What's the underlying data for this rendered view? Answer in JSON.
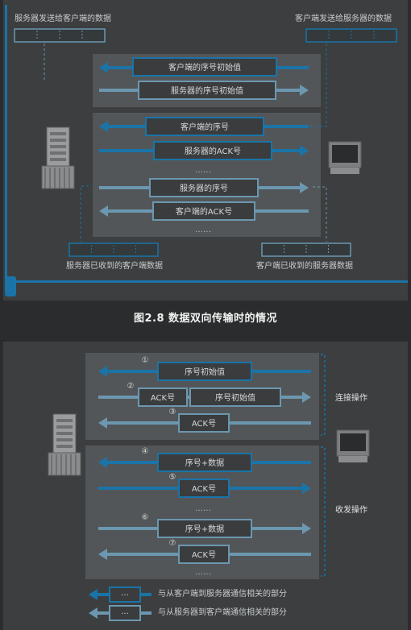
{
  "figure1": {
    "top_left_label": "服务器发送给客户端的数据",
    "top_right_label": "客户端发送给服务器的数据",
    "bottom_left_label": "服务器已收到的客户端数据",
    "bottom_right_label": "客户端已收到的服务器数据",
    "rows": [
      {
        "label": "客户端的序号初始值",
        "direction": "left",
        "style": "dark"
      },
      {
        "label": "服务器的序号初始值",
        "direction": "right",
        "style": "light"
      },
      {
        "label": "客户端的序号",
        "direction": "left",
        "style": "dark"
      },
      {
        "label": "服务器的ACK号",
        "direction": "right",
        "style": "dark"
      },
      {
        "label": "服务器的序号",
        "direction": "right",
        "style": "light"
      },
      {
        "label": "客户端的ACK号",
        "direction": "left",
        "style": "light"
      }
    ],
    "ellipsis": "……"
  },
  "caption": "图2.8 数据双向传输时的情况",
  "figure2": {
    "rows": [
      {
        "num": "①",
        "labels": [
          "序号初始值"
        ],
        "direction": "left",
        "style": "dark"
      },
      {
        "num": "②",
        "labels": [
          "ACK号",
          "序号初始值"
        ],
        "direction": "right",
        "style": "light"
      },
      {
        "num": "③",
        "labels": [
          "ACK号"
        ],
        "direction": "left",
        "style": "light"
      },
      {
        "num": "④",
        "labels": [
          "序号+数据"
        ],
        "direction": "left",
        "style": "dark"
      },
      {
        "num": "⑤",
        "labels": [
          "ACK号"
        ],
        "direction": "right",
        "style": "dark"
      },
      {
        "num": "⑥",
        "labels": [
          "序号+数据"
        ],
        "direction": "right",
        "style": "light"
      },
      {
        "num": "⑦",
        "labels": [
          "ACK号"
        ],
        "direction": "left",
        "style": "light"
      }
    ],
    "group_connect": "连接操作",
    "group_transfer": "收发操作",
    "ellipsis": "……",
    "legend": [
      {
        "text": "与从客户端到服务器通信相关的部分",
        "style": "dark",
        "symbol": "···"
      },
      {
        "text": "与从服务器到客户端通信相关的部分",
        "style": "light",
        "symbol": "···"
      }
    ]
  },
  "colors": {
    "dark": "#1a74a8",
    "light": "#6b97b0",
    "accent_bar": "#1a74a8"
  }
}
